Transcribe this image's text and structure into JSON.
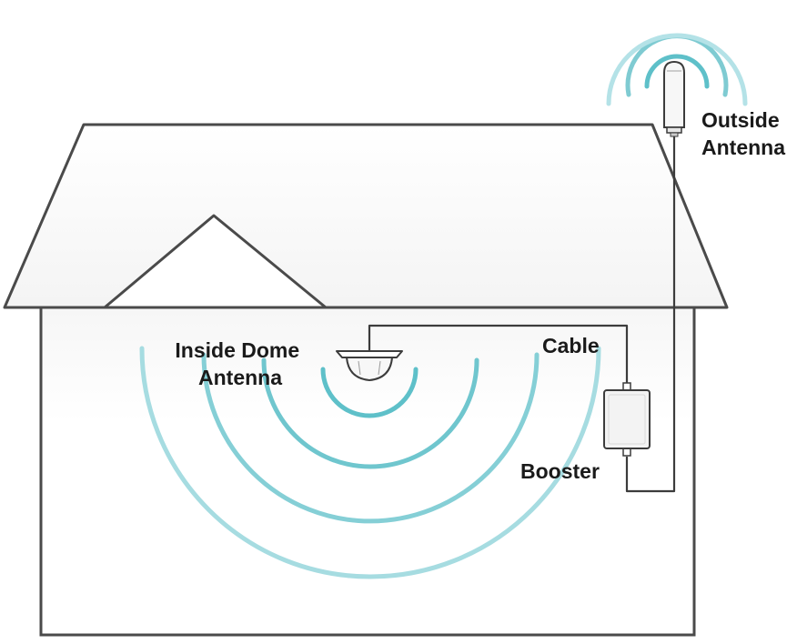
{
  "labels": {
    "outside_antenna": [
      "Outside",
      "Antenna"
    ],
    "inside_antenna": [
      "Inside Dome",
      "Antenna"
    ],
    "cable": "Cable",
    "booster": "Booster"
  },
  "colors": {
    "outline": "#4a4a4a",
    "signal_teal": "#5ec0c9",
    "signal_light": "#b4e2e7",
    "house_fill": "#ffffff",
    "roof_fill": "#f7f7f7",
    "booster_fill": "#f3f3f3",
    "text": "#1a1a1a"
  },
  "icons": {
    "outside_antenna": "outdoor-omni-antenna-icon",
    "inside_antenna": "dome-antenna-icon",
    "booster": "signal-booster-icon"
  }
}
